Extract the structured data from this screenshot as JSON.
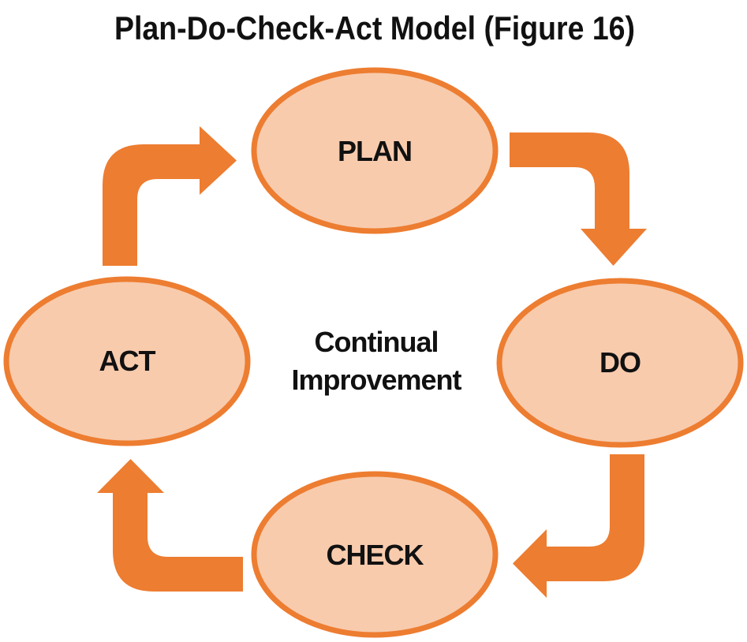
{
  "title": "Plan-Do-Check-Act Model (Figure 16)",
  "center_label": {
    "line1": "Continual",
    "line2": "Improvement"
  },
  "nodes": [
    {
      "id": "plan",
      "label": "PLAN"
    },
    {
      "id": "do",
      "label": "DO"
    },
    {
      "id": "check",
      "label": "CHECK"
    },
    {
      "id": "act",
      "label": "ACT"
    }
  ],
  "arrows": [
    {
      "from": "plan",
      "to": "do"
    },
    {
      "from": "do",
      "to": "check"
    },
    {
      "from": "check",
      "to": "act"
    },
    {
      "from": "act",
      "to": "plan"
    }
  ],
  "colors": {
    "node_fill": "#F8CBAD",
    "node_border": "#ED7D31",
    "arrow": "#ED7D31",
    "text": "#111111",
    "background": "#FFFFFF"
  }
}
